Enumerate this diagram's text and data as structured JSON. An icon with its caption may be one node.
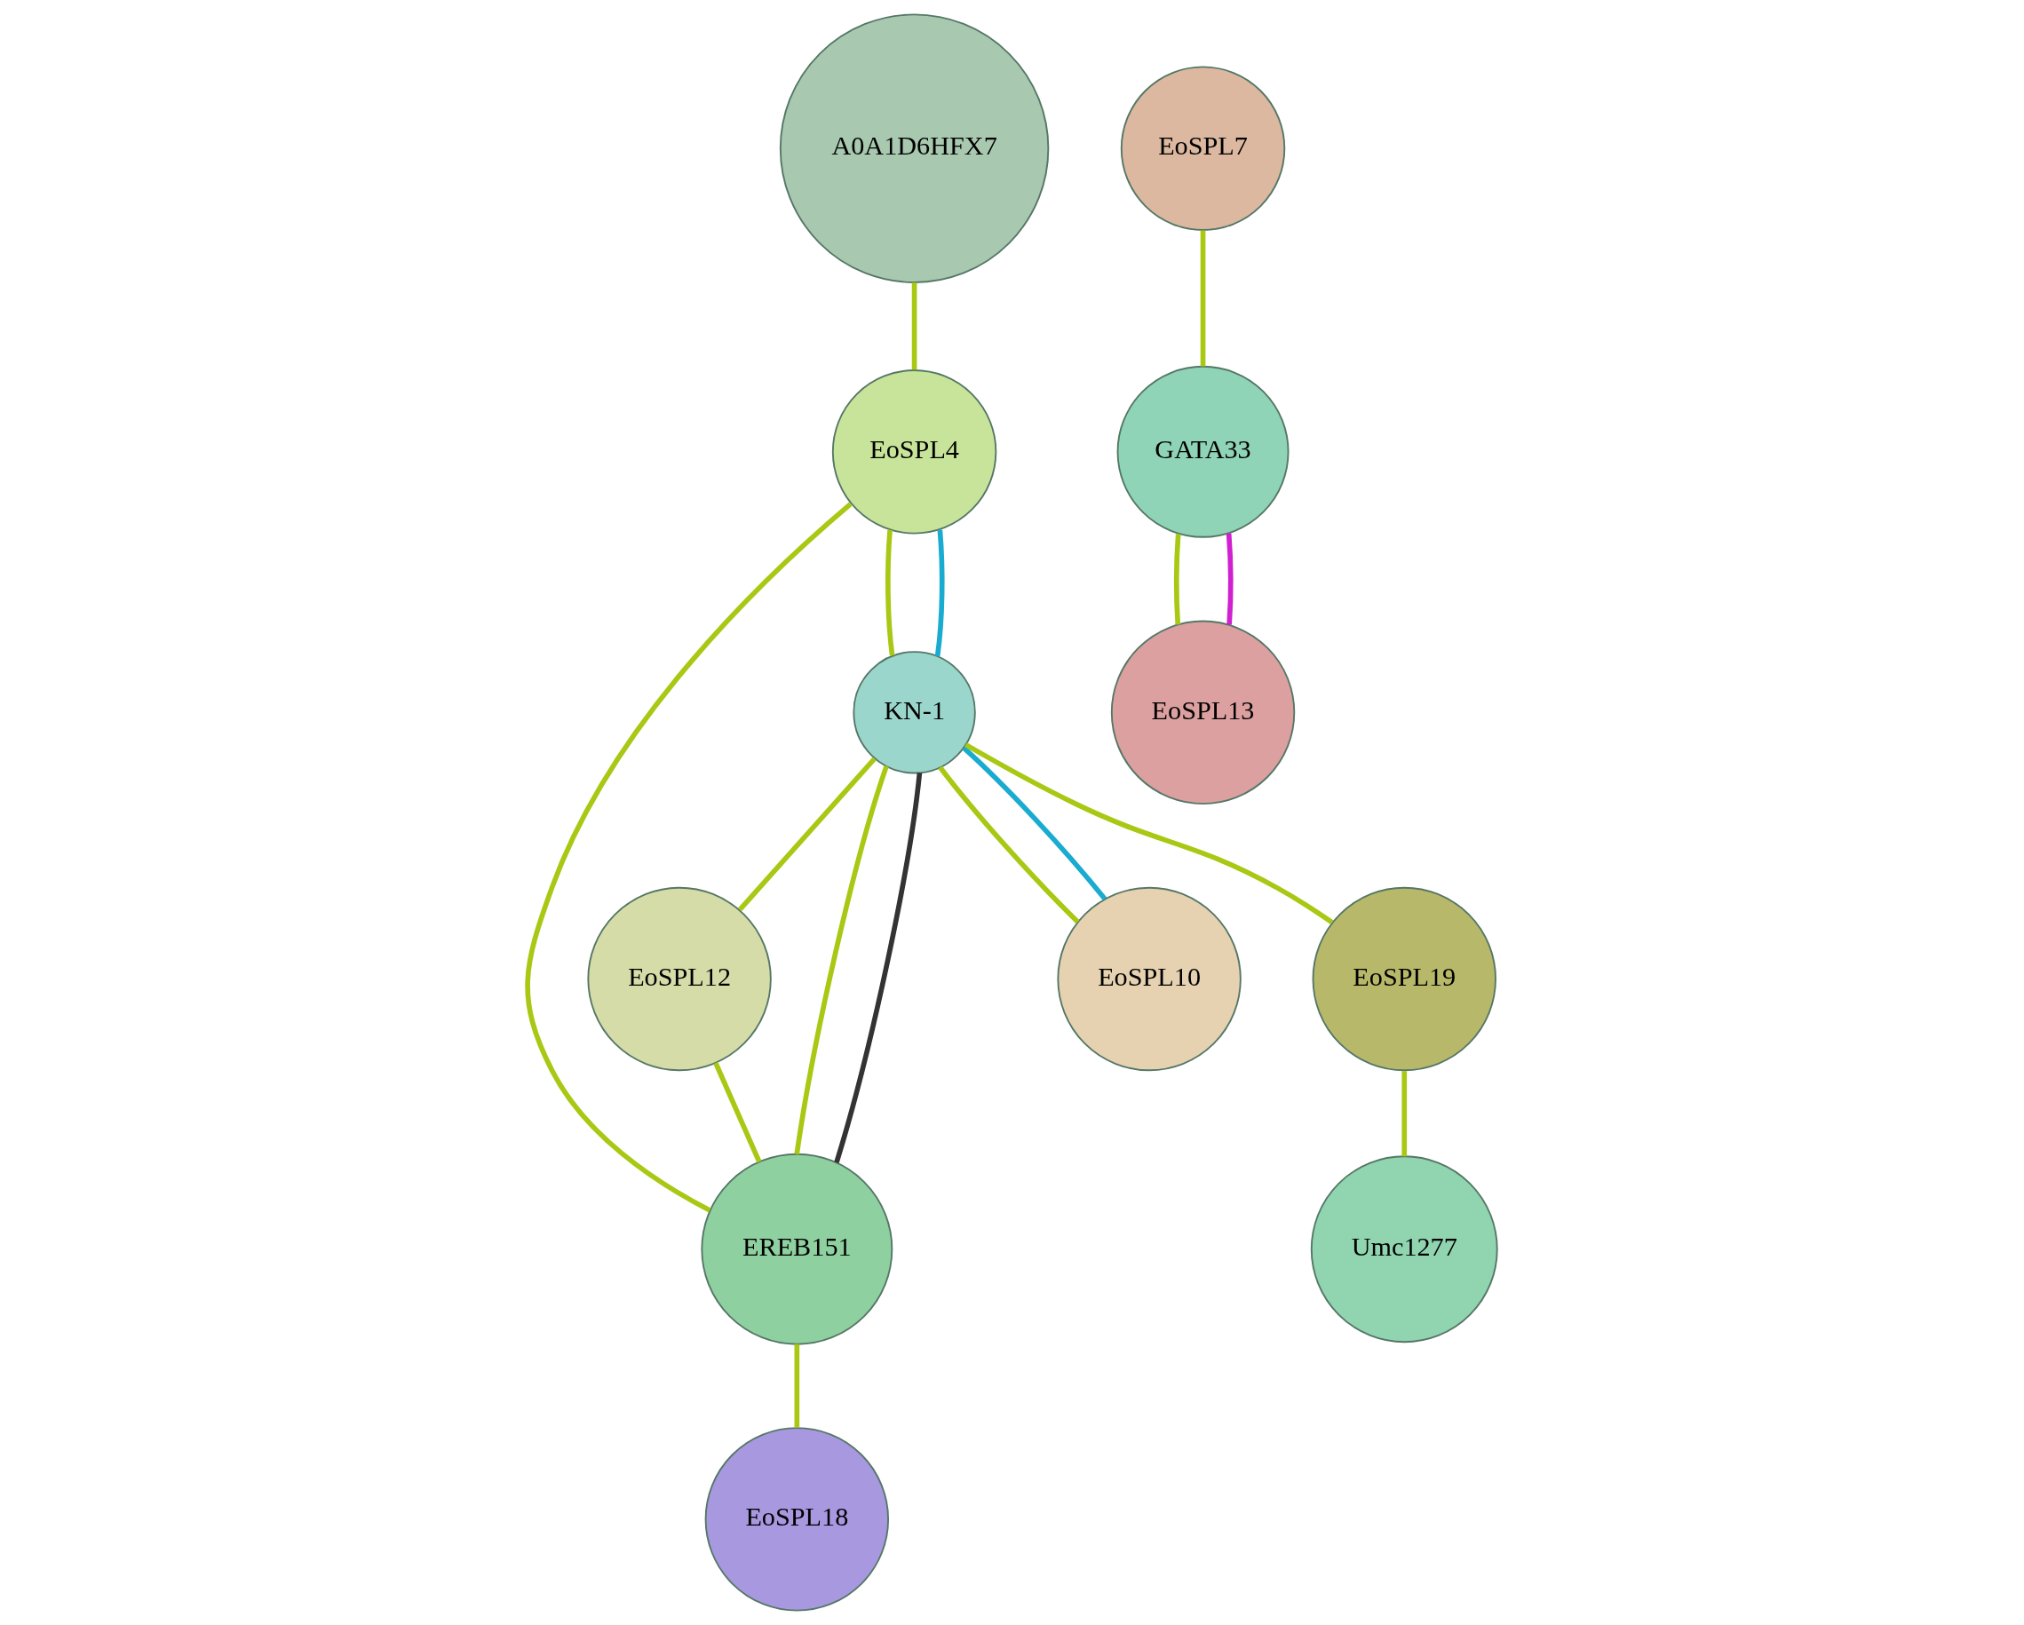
{
  "diagram": {
    "nodes": [
      {
        "text": [
          "EoSPL10"
        ]
      },
      {
        "text": [
          "EoSPL12"
        ]
      },
      {
        "text": [
          "A0A1D6HFX7"
        ]
      },
      {
        "text": [
          "KN-1"
        ]
      },
      {
        "text": [
          "EoSPL4"
        ]
      },
      {
        "text": [
          "EREB151"
        ]
      },
      {
        "text": [
          "EoSPL18"
        ]
      },
      {
        "text": [
          "EoSPL7"
        ]
      },
      {
        "text": [
          "EoSPL19"
        ]
      },
      {
        "text": [
          "Umc1277"
        ]
      },
      {
        "text": [
          "GATA33"
        ]
      },
      {
        "text": [
          "EoSPL13"
        ]
      }
    ],
    "edges": [
      {
        "from": 3,
        "to": 0,
        "arrow": "none"
      },
      {
        "from": 3,
        "to": 0,
        "arrow": "none",
        "color": "#1aabd0"
      },
      {
        "from": 2,
        "to": 4,
        "arrow": "none"
      },
      {
        "from": 4,
        "to": 3,
        "arrow": "none"
      },
      {
        "from": 4,
        "to": 3,
        "arrow": "none",
        "color": "#1aabd0"
      },
      {
        "from": 3,
        "to": 1,
        "arrow": "none"
      },
      {
        "from": 3,
        "to": 5,
        "arrow": "none"
      },
      {
        "from": 3,
        "to": 5,
        "arrow": "none",
        "color": "#333333"
      },
      {
        "from": 1,
        "to": 5,
        "arrow": "none"
      },
      {
        "from": 4,
        "to": 5,
        "arrow": "none"
      },
      {
        "from": 3,
        "to": 8,
        "arrow": "none"
      },
      {
        "from": 5,
        "to": 6,
        "arrow": "none"
      },
      {
        "from": 8,
        "to": 9,
        "arrow": "none"
      },
      {
        "from": 7,
        "to": 10,
        "arrow": "none"
      },
      {
        "from": 10,
        "to": 11,
        "arrow": "none"
      },
      {
        "from": 10,
        "to": 11,
        "arrow": "none",
        "color": "#d020d0"
      }
    ]
  }
}
